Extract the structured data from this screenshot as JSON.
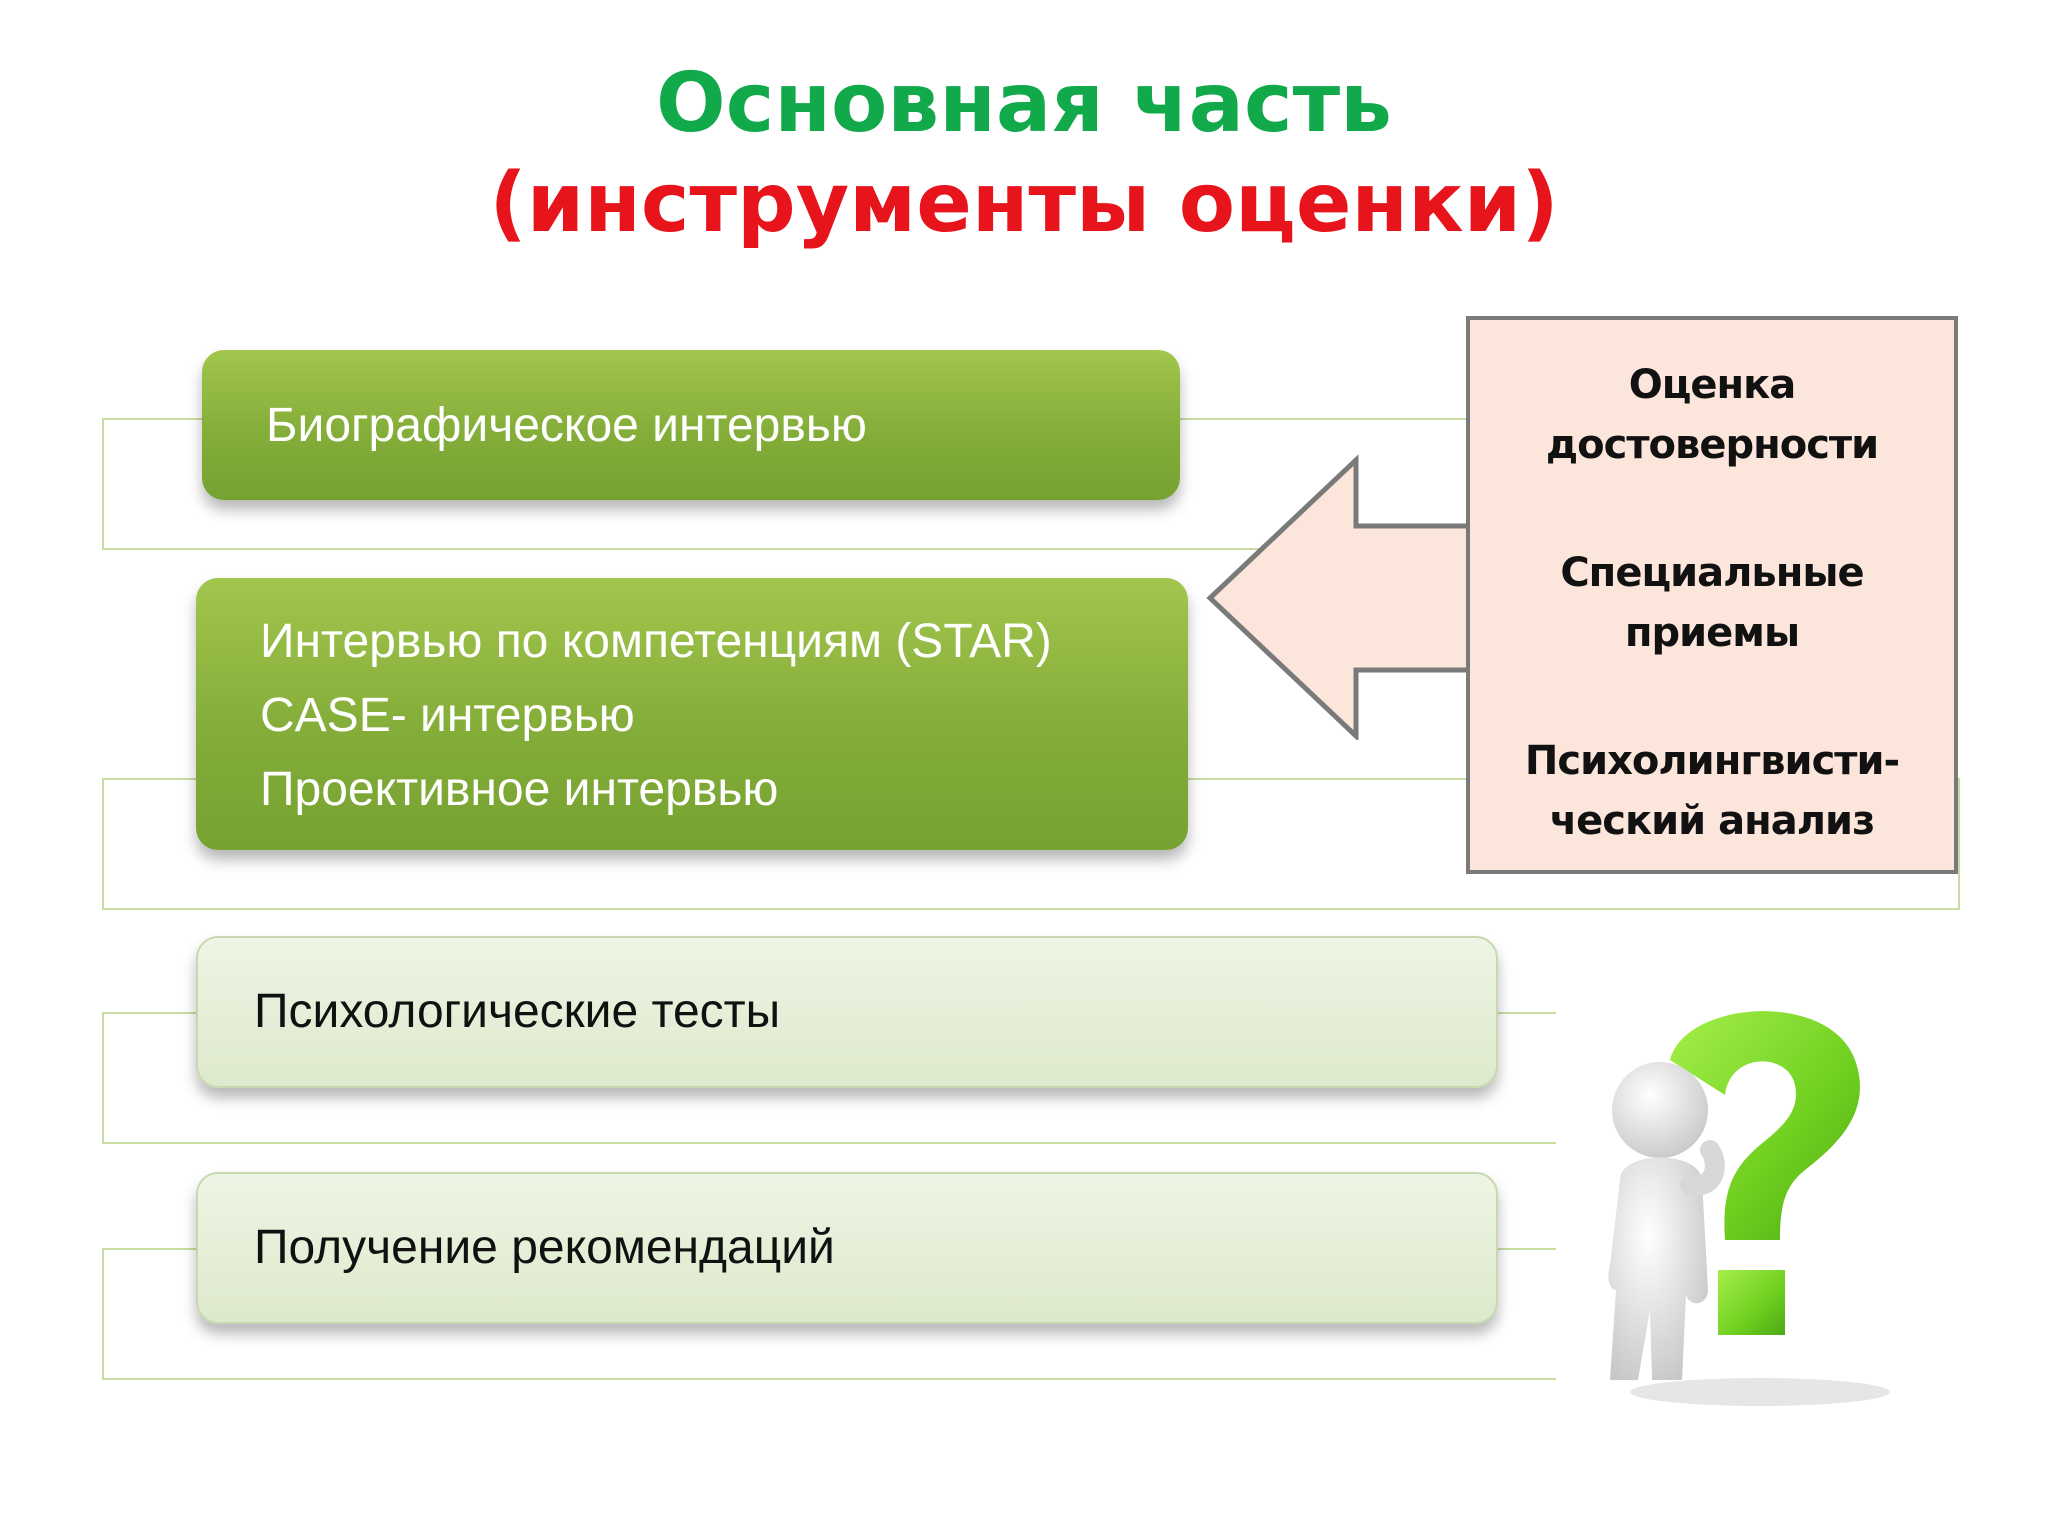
{
  "title": {
    "main": "Основная часть",
    "sub": "(инструменты оценки)",
    "main_color": "#12a94b",
    "sub_color": "#e8141c"
  },
  "blocks": [
    {
      "lines": [
        "Биографическое интервью"
      ],
      "style": "dark"
    },
    {
      "lines": [
        "Интервью по компетенциям (STAR)",
        "CASE- интервью",
        "Проективное интервью"
      ],
      "style": "dark"
    },
    {
      "lines": [
        "Психологические тесты"
      ],
      "style": "light"
    },
    {
      "lines": [
        "Получение рекомендаций"
      ],
      "style": "light"
    }
  ],
  "side_box": {
    "lines": [
      "Оценка",
      "достоверности",
      "Специальные",
      "приемы",
      "Психолингвисти-",
      "ческий анализ"
    ],
    "background": "#fce6dc"
  },
  "illustration": {
    "icon": "thinking-figure-with-question-mark-icon",
    "accent": "#7ed321"
  }
}
